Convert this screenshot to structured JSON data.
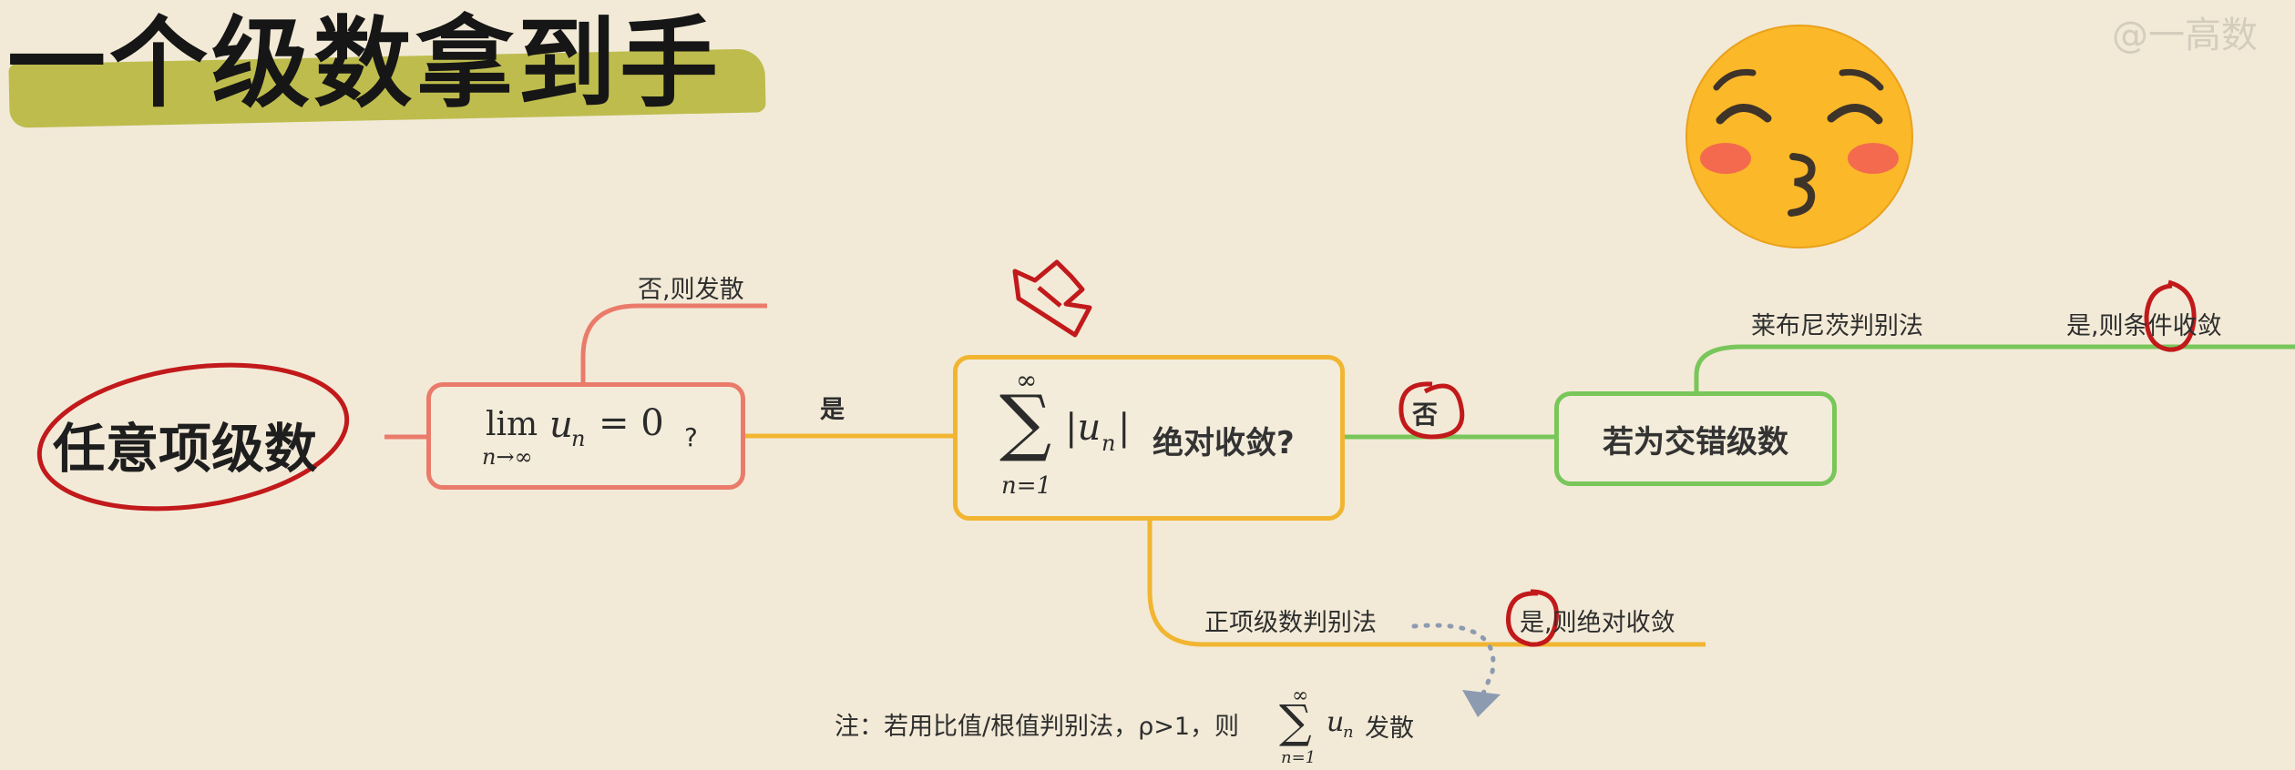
{
  "title": "一个级数拿到手",
  "watermark": "@一高数",
  "nodes": {
    "start": "任意项级数",
    "limit_op": "lim",
    "limit_sub": "n→∞",
    "limit_expr": "u",
    "limit_expr_sub": "n",
    "limit_eq": "= 0",
    "limit_q": "?",
    "abs_sum_upper": "∞",
    "abs_sum_lower": "n=1",
    "abs_sum_term": "|u",
    "abs_sum_term_sub": "n",
    "abs_sum_term_close": "|",
    "abs_text": "绝对收敛?",
    "alt": "若为交错级数"
  },
  "edges": {
    "divergent": "否,则发散",
    "yes": "是",
    "no": "否",
    "leibniz": "莱布尼茨判别法",
    "conditional": "是,则条件收敛",
    "positive_test": "正项级数判别法",
    "absolute": "是,则绝对收敛"
  },
  "note": {
    "prefix": "注：若用比值/根值判别法，ρ>1，则",
    "sum_upper": "∞",
    "sum_lower": "n=1",
    "term": "u",
    "term_sub": "n",
    "suffix": "发散"
  },
  "colors": {
    "background": "#f2ead7",
    "red_branch": "#ea7b6b",
    "yellow_branch": "#f1b531",
    "green_branch": "#79c65a",
    "gray_arrow": "#8d9bb1",
    "annotation": "#c2191b",
    "title_highlight": "#b8b73e"
  },
  "icons": [
    "kissing-face-emoji",
    "red-arrow-icon"
  ]
}
